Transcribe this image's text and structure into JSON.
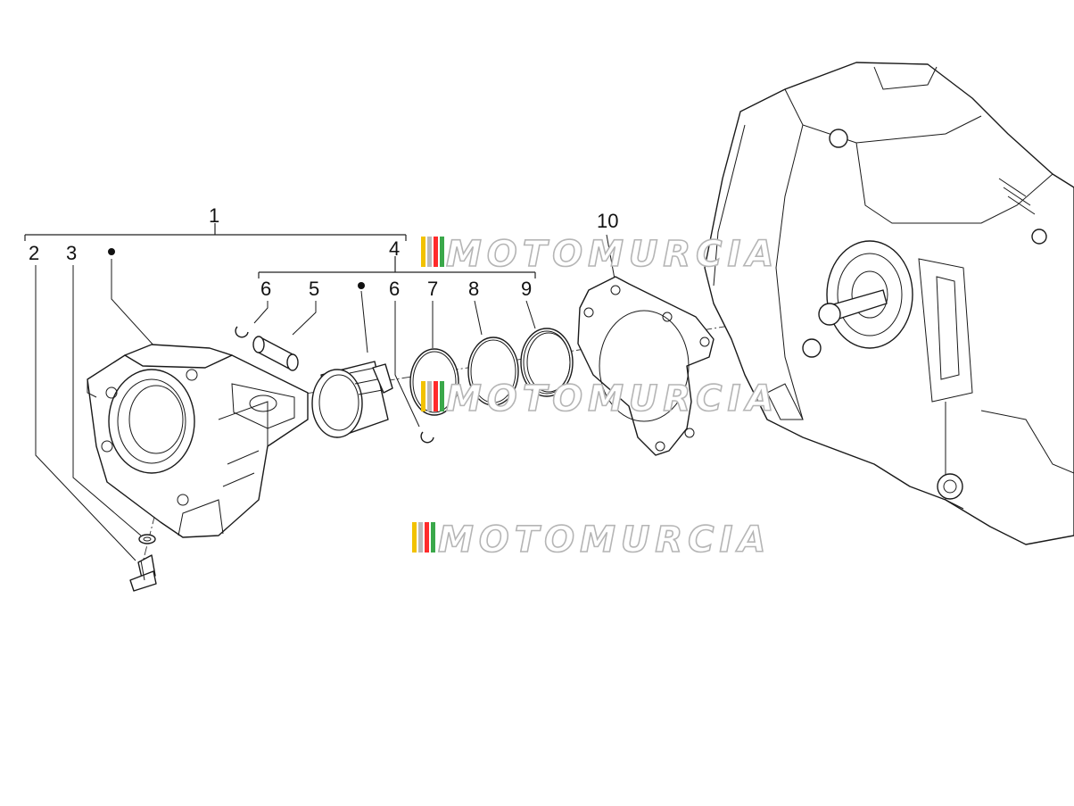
{
  "labels": {
    "l1": "1",
    "l2": "2",
    "l3": "3",
    "l4": "4",
    "l5": "5",
    "l6a": "6",
    "l6b": "6",
    "l7": "7",
    "l8": "8",
    "l9": "9",
    "l10": "10"
  },
  "watermark": {
    "text": "MOTOMURCIA",
    "stripe_colors": [
      "#f2c200",
      "#b9b9b9",
      "#ff2b2b",
      "#3aa84a"
    ]
  },
  "colors": {
    "line": "#1a1a1a",
    "background": "#ffffff"
  }
}
